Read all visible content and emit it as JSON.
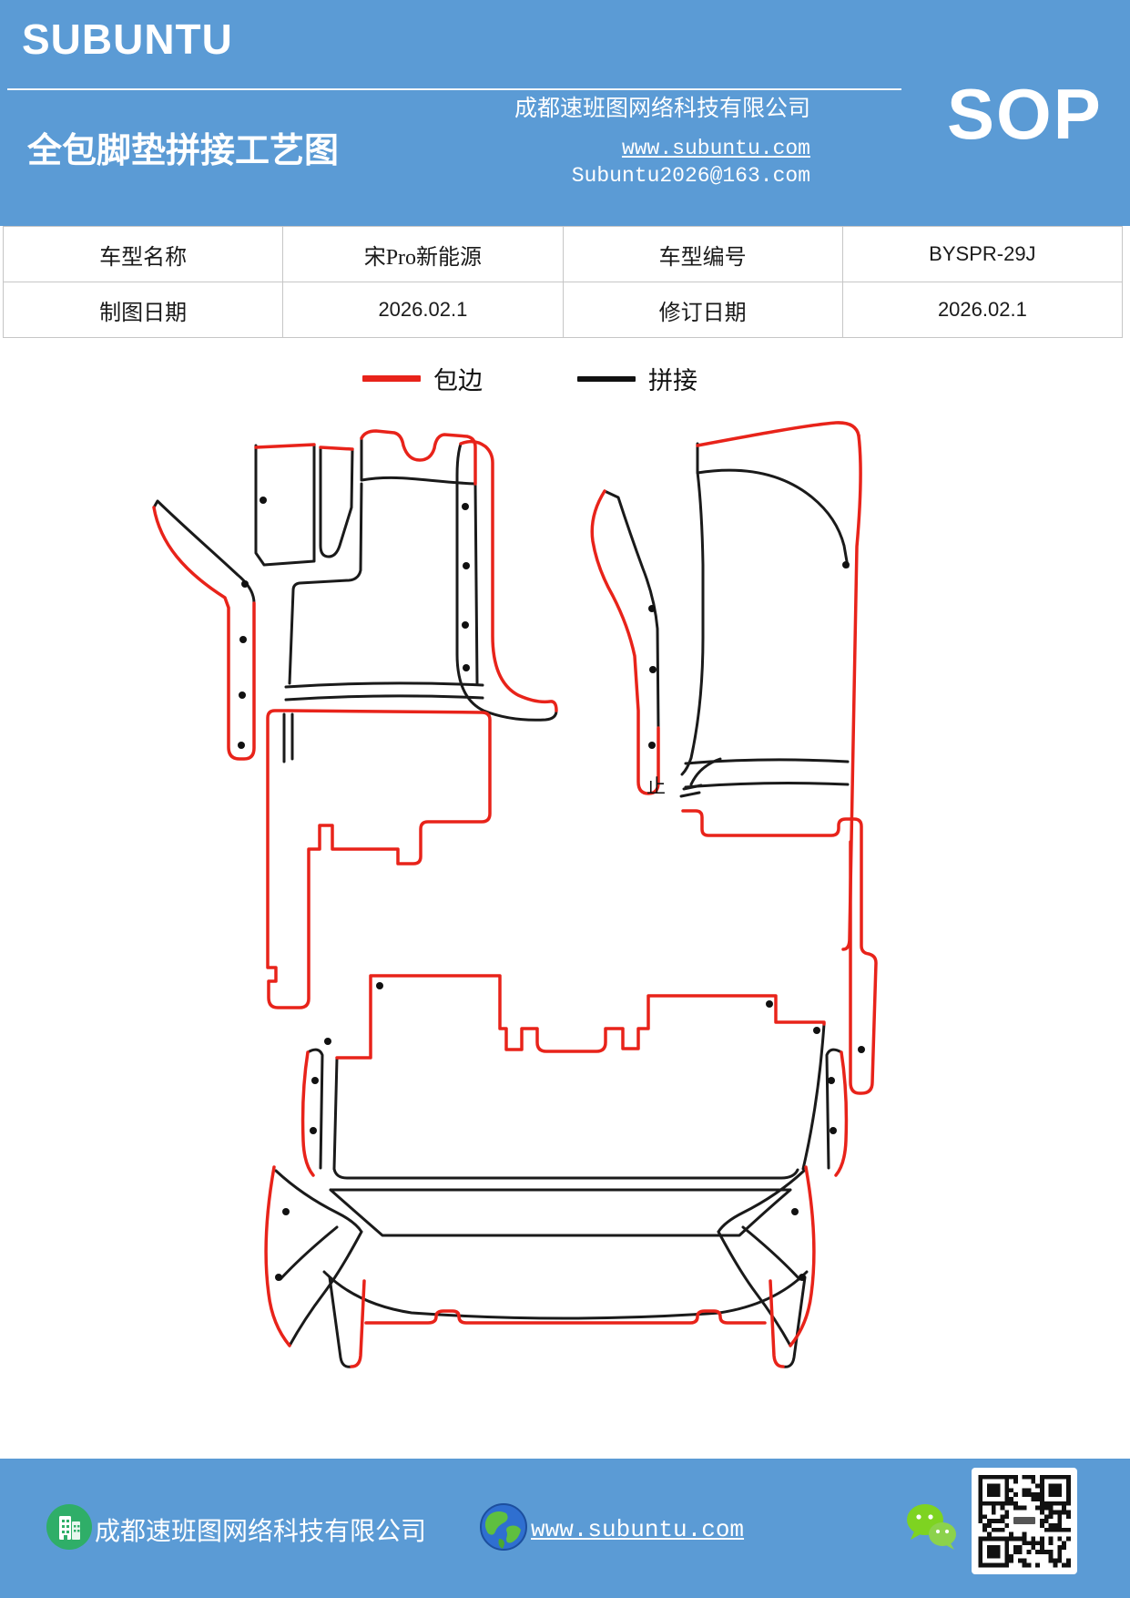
{
  "header": {
    "logo": "SUBUNTU",
    "title": "全包脚垫拼接工艺图",
    "company": "成都速班图网络科技有限公司",
    "website": "www.subuntu.com",
    "email": "Subuntu2026@163.com",
    "badge": "SOP"
  },
  "spec_table": {
    "rows": [
      [
        "车型名称",
        "宋Pro新能源",
        "车型编号",
        "BYSPR-29J"
      ],
      [
        "制图日期",
        "2026.02.1",
        "修订日期",
        "2026.02.1"
      ]
    ]
  },
  "legend": {
    "items": [
      {
        "label": "包边",
        "color": "#E8231A",
        "meaning": "edge-binding"
      },
      {
        "label": "拼接",
        "color": "#111111",
        "meaning": "splice-seam"
      }
    ]
  },
  "diagram": {
    "annotation": "止",
    "pieces": [
      "front-left-mat",
      "front-right-mat",
      "rear-mat"
    ]
  },
  "footer": {
    "company": "成都速班图网络科技有限公司",
    "website": "www.subuntu.com",
    "icons": [
      "building-icon",
      "globe-icon",
      "wechat-icon",
      "qr-code"
    ]
  },
  "colors": {
    "header_bg": "#5B9BD5",
    "footer_bg": "#5B9BD5",
    "binding_red": "#E8231A",
    "seam_black": "#1A1A1A",
    "wechat_green": "#7ED321"
  }
}
